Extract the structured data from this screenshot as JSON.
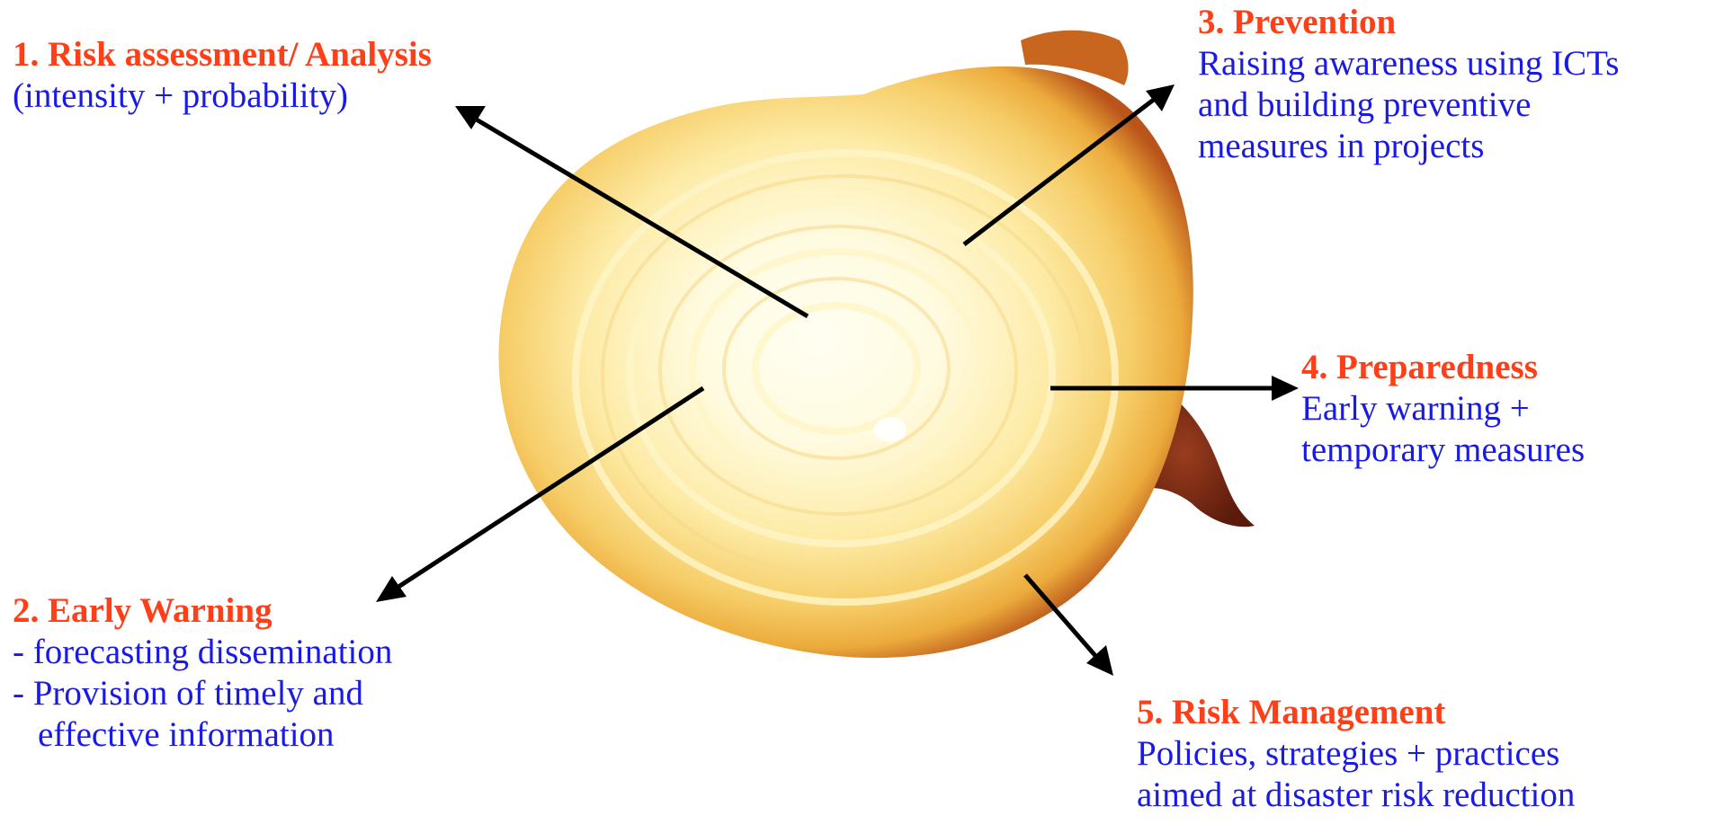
{
  "colors": {
    "title": "#ff3f17",
    "body": "#1a1ae6",
    "arrow": "#000000",
    "beet_center": "#fffbe0",
    "beet_mid": "#fde89a",
    "beet_outer": "#f1b444",
    "beet_rim": "#b9541a",
    "root": "#7a2a16"
  },
  "stages": [
    {
      "title": "1. Risk assessment/ Analysis",
      "lines": [
        "(intensity + probability)"
      ]
    },
    {
      "title": "2. Early Warning",
      "lines": [
        "- forecasting dissemination",
        "- Provision of timely and",
        "effective information"
      ]
    },
    {
      "title": "3. Prevention",
      "lines": [
        "Raising awareness using ICTs",
        "and building preventive",
        "measures in projects"
      ]
    },
    {
      "title": "4. Preparedness",
      "lines": [
        "Early warning +",
        "temporary measures"
      ]
    },
    {
      "title": "5. Risk Management",
      "lines": [
        "Policies, strategies + practices",
        "aimed at disaster risk reduction"
      ]
    }
  ],
  "image": {
    "subject": "cross-section-of-golden-beet"
  }
}
